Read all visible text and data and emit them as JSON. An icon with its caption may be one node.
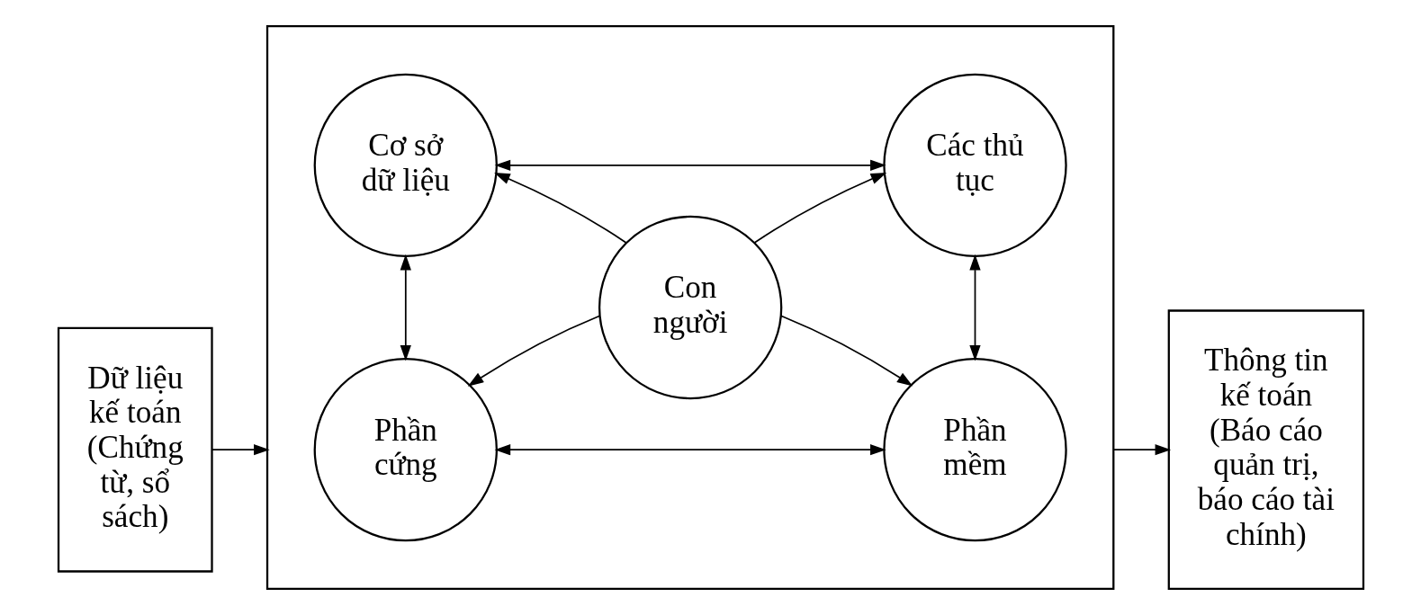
{
  "diagram": {
    "nodes": [
      {
        "text": [
          "Dữ liệu kế toán (Chứng từ, sổ sách)"
        ]
      },
      {
        "text": [],
        "shape": "box"
      },
      {
        "text": [
          "Phần cứng"
        ],
        "in": 1
      },
      {
        "text": [
          "Phần mềm"
        ],
        "in": 1
      },
      {
        "text": [
          "Con người"
        ],
        "in": 1
      },
      {
        "text": [
          "Cơ sở dữ liệu"
        ],
        "in": 1
      },
      {
        "text": [
          "Các thủ tục"
        ],
        "in": 1
      },
      {
        "text": [
          "Thông tin kế toán (Báo cáo quản trị, báo cáo tài chính)"
        ]
      }
    ],
    "edges": [
      {
        "from": 0,
        "to": 1,
        "arrow": "to"
      },
      {
        "from": 1,
        "to": 7,
        "arrow": "to"
      },
      {
        "from": 2,
        "to": 3,
        "arrow": "both"
      },
      {
        "from": 2,
        "to": 5,
        "arrow": "both"
      },
      {
        "from": 3,
        "to": 6,
        "arrow": "both"
      },
      {
        "from": 5,
        "to": 6,
        "arrow": "both"
      },
      {
        "from": 4,
        "to": 2,
        "arrow": "to"
      },
      {
        "from": 4,
        "to": 5,
        "arrow": "to"
      },
      {
        "from": 4,
        "to": 3,
        "arrow": "to"
      },
      {
        "from": 4,
        "to": 6,
        "arrow": "to"
      }
    ]
  }
}
